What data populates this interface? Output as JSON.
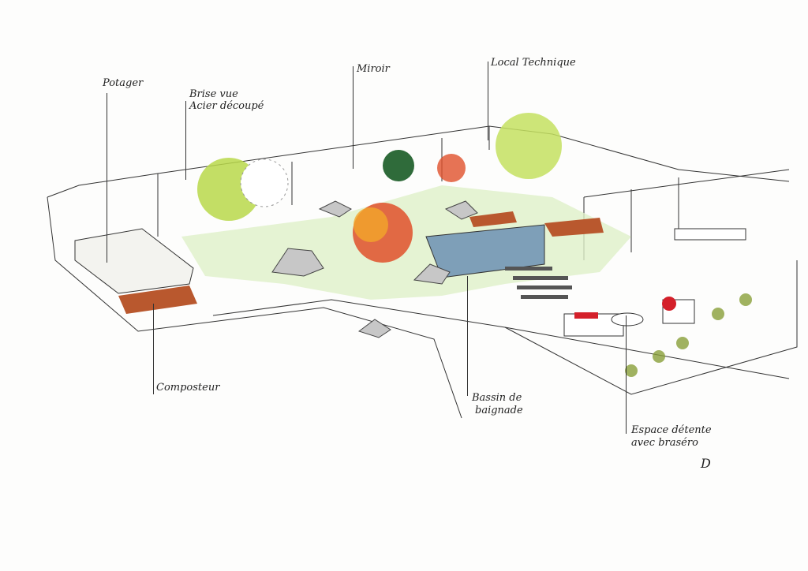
{
  "title": "Garden design sketch",
  "labels": {
    "potager": "Potager",
    "brise_vue_1": "Brise vue",
    "brise_vue_2": "Acier découpé",
    "miroir": "Miroir",
    "local_technique": "Local Technique",
    "composteur": "Composteur",
    "bassin_1": "Bassin de",
    "bassin_2": "baignade",
    "espace_1": "Espace détente",
    "espace_2": "avec braséro"
  },
  "signature": "D",
  "colors": {
    "lawn": "#dff0c8",
    "pool": "#7e9fb8",
    "deck": "#b9582e",
    "tree_green": "#b8d84a",
    "tree_red": "#e0502a",
    "rock": "#b9b9b9",
    "line": "#333333"
  }
}
